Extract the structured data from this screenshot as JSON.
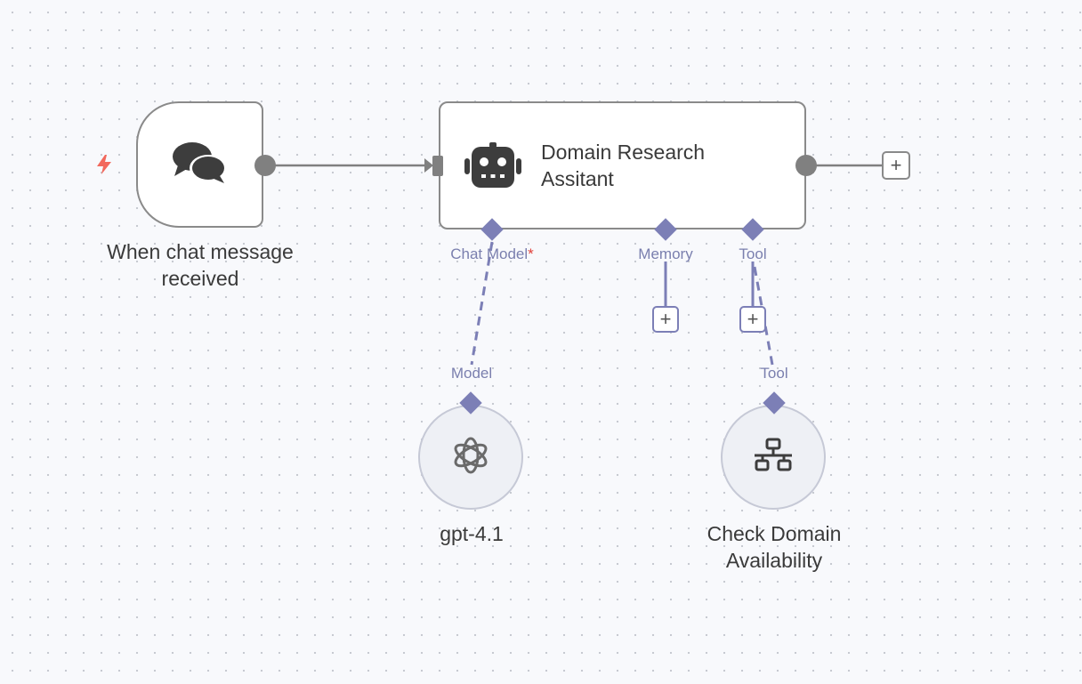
{
  "trigger": {
    "label": "When chat message received",
    "icon": "chat-bubbles-icon",
    "badge_icon": "lightning-icon",
    "badge_color": "#f2685c"
  },
  "agent": {
    "title": "Domain Research Assitant",
    "icon": "robot-icon",
    "ports": {
      "chat_model": "Chat Model",
      "chat_model_required": "*",
      "memory": "Memory",
      "tool": "Tool"
    }
  },
  "model_node": {
    "label": "gpt-4.1",
    "port_label": "Model",
    "icon": "openai-icon"
  },
  "tool_node": {
    "label": "Check Domain Availability",
    "port_label": "Tool",
    "icon": "network-icon"
  },
  "add_buttons": {
    "symbol": "+"
  },
  "colors": {
    "accent": "#7c7fb6",
    "connector": "#808080",
    "node_border": "#8a8a8a",
    "required": "#e0413a"
  }
}
